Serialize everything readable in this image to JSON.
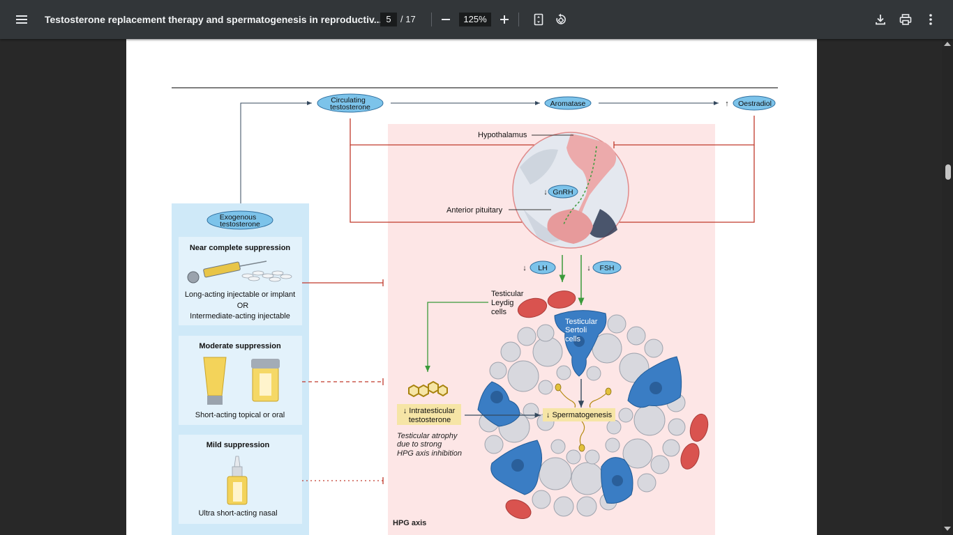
{
  "toolbar": {
    "menu_icon": "hamburger-menu-icon",
    "title": "Testosterone replacement therapy and spermatogenesis in reproductiv...",
    "page_current": "5",
    "page_total": "/ 17",
    "zoom": "125%",
    "icons": [
      "zoom-out-icon",
      "zoom-in-icon",
      "fit-page-icon",
      "rotate-icon",
      "download-icon",
      "print-icon",
      "more-options-icon"
    ]
  },
  "figure": {
    "pathway": {
      "circulating_l1": "Circulating",
      "circulating_l2": "testosterone",
      "aromatase": "Aromatase",
      "oestradiol_arrow": "↑",
      "oestradiol": "Oestradiol"
    },
    "hpg": {
      "hypothalamus": "Hypothalamus",
      "gnrh_arrow": "↓",
      "gnrh": "GnRH",
      "anterior_pituitary": "Anterior pituitary",
      "lh_arrow": "↓",
      "lh": "LH",
      "fsh_arrow": "↓",
      "fsh": "FSH",
      "leydig_l1": "Testicular",
      "leydig_l2": "Leydig",
      "leydig_l3": "cells",
      "sertoli_l1": "Testicular",
      "sertoli_l2": "Sertoli",
      "sertoli_l3": "cells",
      "intratesticular_l1": "↓ Intratesticular",
      "intratesticular_l2": "testosterone",
      "spermatogenesis": "↓ Spermatogenesis",
      "atrophy_l1": "Testicular atrophy",
      "atrophy_l2": "due to strong",
      "atrophy_l3": "HPG axis inhibition",
      "panel_label": "HPG axis"
    },
    "exogenous": {
      "label_l1": "Exogenous",
      "label_l2": "testosterone",
      "near_title": "Near complete suppression",
      "near_l1": "Long-acting injectable or implant",
      "near_l2": "OR",
      "near_l3": "Intermediate-acting injectable",
      "moderate_title": "Moderate suppression",
      "moderate_desc": "Short-acting topical or oral",
      "mild_title": "Mild suppression",
      "mild_desc": "Ultra short-acting nasal"
    }
  },
  "colors": {
    "inhibition": "#c0392b",
    "stimulation": "#3a9a3a",
    "pathway": "#34495e",
    "pill_fill": "#7cc3ea",
    "hpg_panel": "#fde6e6",
    "exogenous_panel": "#cfe9f8",
    "sertoli": "#3a7dc4",
    "leydig": "#d9534f",
    "highlight": "#f6e5a6"
  }
}
